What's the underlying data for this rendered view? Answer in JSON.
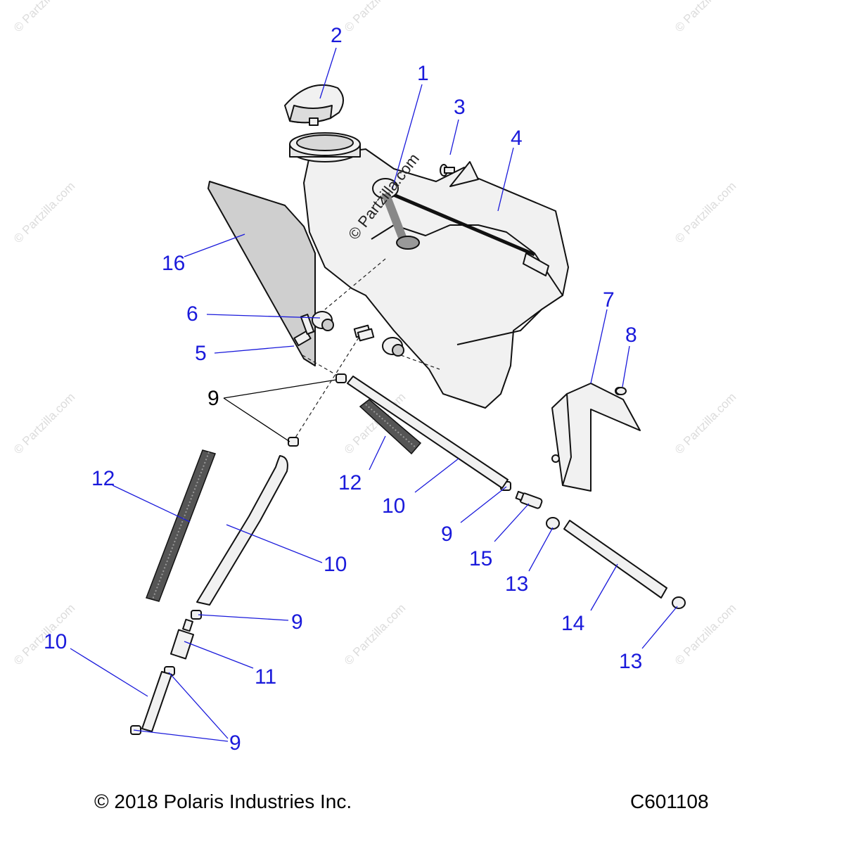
{
  "watermark": "© Partzilla.com",
  "callouts": {
    "c1": "1",
    "c2": "2",
    "c3": "3",
    "c4": "4",
    "c5": "5",
    "c6": "6",
    "c7": "7",
    "c8": "8",
    "c9a": "9",
    "c9b": "9",
    "c9c": "9",
    "c9d": "9",
    "c10a": "10",
    "c10b": "10",
    "c10c": "10",
    "c11": "11",
    "c12a": "12",
    "c12b": "12",
    "c13a": "13",
    "c13b": "13",
    "c14": "14",
    "c15": "15",
    "c16": "16"
  },
  "footer": {
    "copyright": "© 2018 Polaris Industries Inc.",
    "drawing_number": "C601108"
  },
  "colors": {
    "callout": "#1a1adb",
    "line": "#111111",
    "watermark": "#dcdcdc"
  }
}
